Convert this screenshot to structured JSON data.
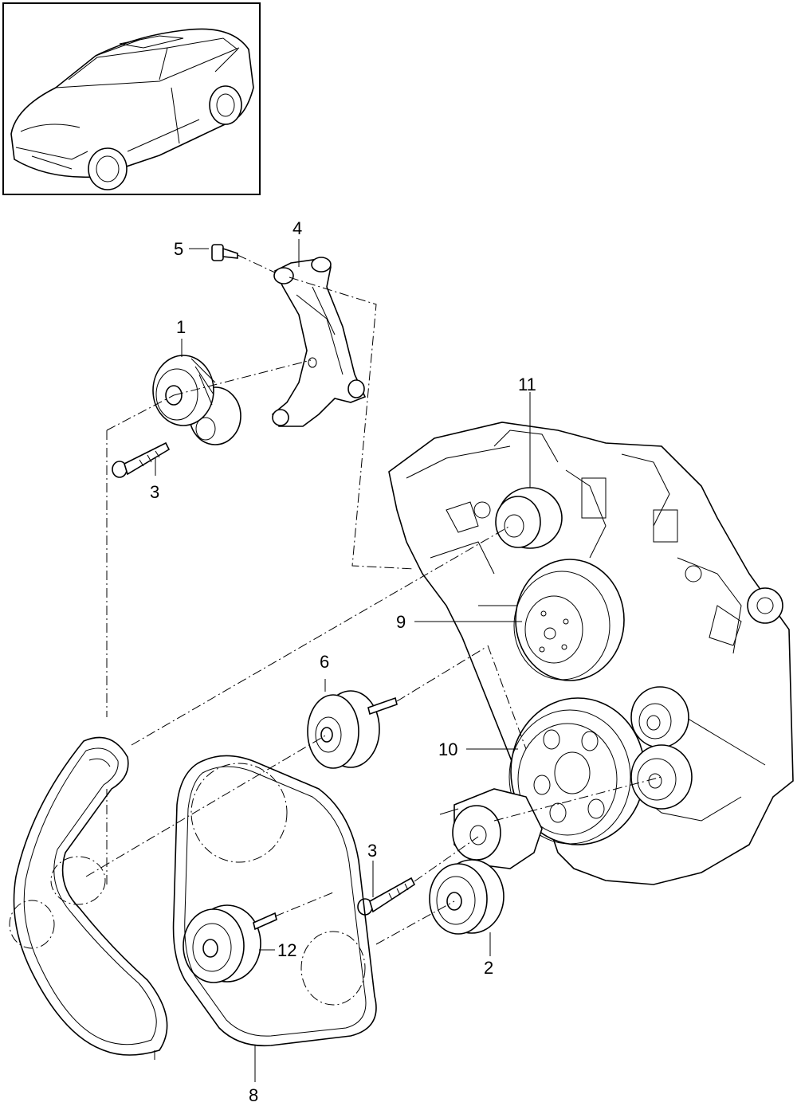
{
  "callouts": [
    {
      "id": "1",
      "label": "1"
    },
    {
      "id": "2",
      "label": "2"
    },
    {
      "id": "3a",
      "label": "3"
    },
    {
      "id": "3b",
      "label": "3"
    },
    {
      "id": "4",
      "label": "4"
    },
    {
      "id": "5",
      "label": "5"
    },
    {
      "id": "6",
      "label": "6"
    },
    {
      "id": "8",
      "label": "8"
    },
    {
      "id": "9",
      "label": "9"
    },
    {
      "id": "10",
      "label": "10"
    },
    {
      "id": "11",
      "label": "11"
    },
    {
      "id": "12",
      "label": "12"
    }
  ],
  "icons": {
    "vehicle": "suv-vehicle-icon"
  },
  "colors": {
    "line": "#000000",
    "background": "#ffffff"
  }
}
